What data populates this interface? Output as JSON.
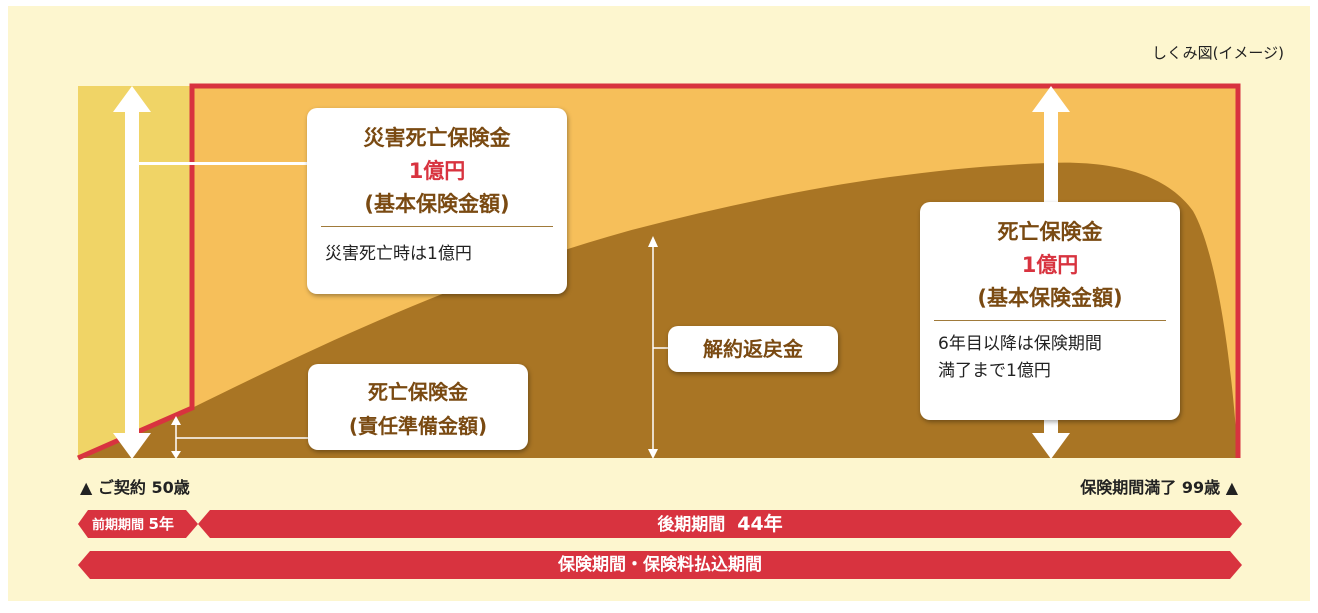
{
  "caption": "しくみ図(イメージ)",
  "disaster_box": {
    "title": "災害死亡保険金",
    "amount": "1億円",
    "sub": "(基本保険金額)",
    "desc": "災害死亡時は1億円"
  },
  "death_box": {
    "title": "死亡保険金",
    "amount": "1億円",
    "sub": "(基本保険金額)",
    "desc_line1": "6年目以降は保険期間",
    "desc_line2": "満了まで1億円"
  },
  "reserve_box": {
    "line1": "死亡保険金",
    "line2": "(責任準備金額)"
  },
  "surrender_box": {
    "label": "解約返戻金"
  },
  "start_label": "▲ ご契約 50歳",
  "end_label": "保険期間満了 99歳 ▲",
  "early_period": {
    "label": "前期期間",
    "years": "5年"
  },
  "late_period": {
    "label": "後期期間",
    "years": "44年"
  },
  "total_period": {
    "label": "保険期間・保険料払込期間"
  },
  "colors": {
    "background": "#fdf6cf",
    "early_fill": "#f0d466",
    "coverage_fill": "#f6bf5a",
    "surrender_fill": "#a97524",
    "accent_red": "#d8333f",
    "text_brown": "#7a4a12"
  }
}
